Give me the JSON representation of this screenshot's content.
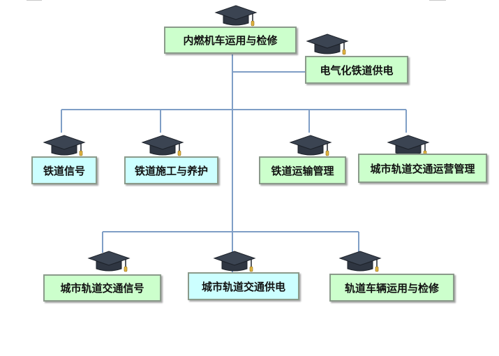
{
  "colors": {
    "green_box": "#ccffcc",
    "cyan_box": "#ccffff",
    "connector": "#7f9ec6",
    "cap": "#3b4452",
    "tassel": "#e0b341"
  },
  "icon": "graduation-cap-icon",
  "nodes": {
    "root": "内燃机车运用与检修",
    "electric": "电气化铁道供电",
    "signal": "铁道信号",
    "construction": "铁道施工与养护",
    "transport": "铁道运输管理",
    "urban_ops": "城市轨道交通运营管理",
    "urban_signal": "城市轨道交通信号",
    "urban_power": "城市轨道交通供电",
    "vehicle": "轨道车辆运用与检修"
  }
}
